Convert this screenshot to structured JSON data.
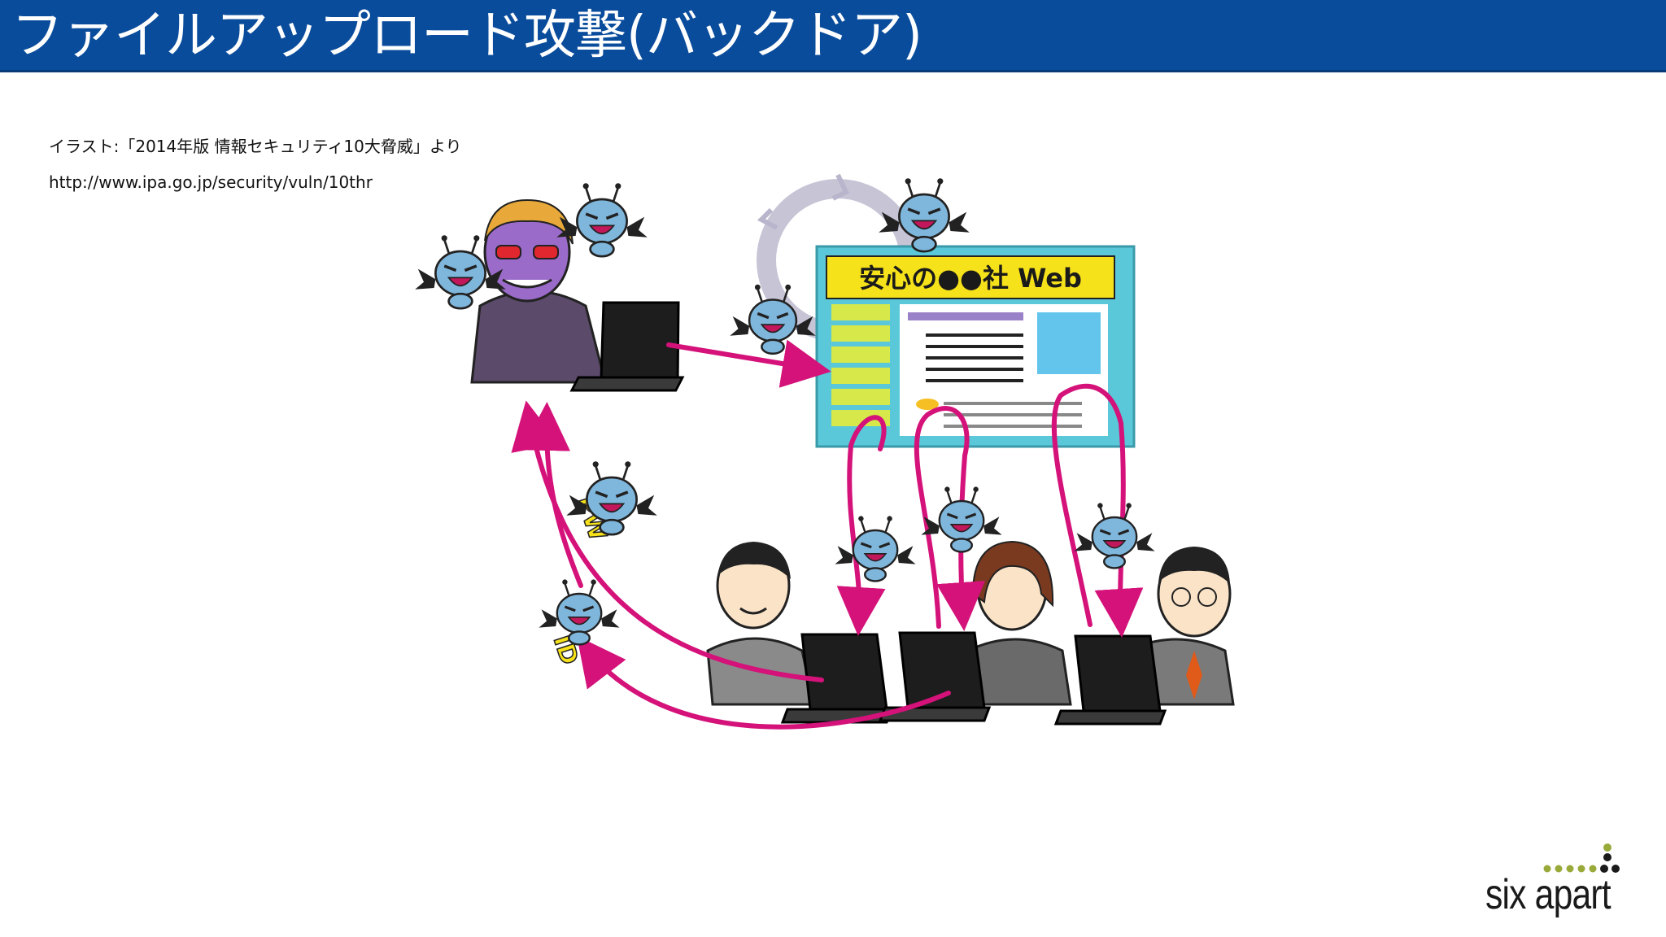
{
  "slide": {
    "title": "ファイルアップロード攻撃(バックドア)",
    "credit_line": "イラスト:「2014年版 情報セキュリティ10大脅威」より",
    "credit_url": "http://www.ipa.go.jp/security/vuln/10thr"
  },
  "illustration": {
    "website_banner": "安心の●●社 Web",
    "pw_tag": "PW",
    "id_tag": "ID"
  },
  "logo": {
    "text": "six apart"
  },
  "colors": {
    "title_bar": "#0a4c9c",
    "arrow": "#d4127a",
    "monster": "#7fb6dc",
    "site_frame": "#5ac8d8",
    "banner": "#f6e21a"
  }
}
